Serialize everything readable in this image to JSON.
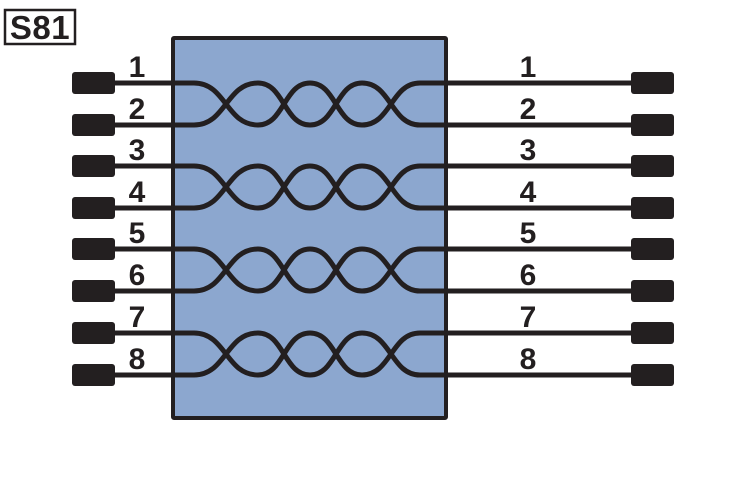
{
  "label": {
    "text": "S81"
  },
  "colors": {
    "background": "#ffffff",
    "cable_fill": "#8ca7cf",
    "line": "#231f20",
    "connector_fill": "#231f20",
    "text": "#231f20"
  },
  "pins": {
    "left": [
      "1",
      "2",
      "3",
      "4",
      "5",
      "6",
      "7",
      "8"
    ],
    "right": [
      "1",
      "2",
      "3",
      "4",
      "5",
      "6",
      "7",
      "8"
    ]
  },
  "diagram": {
    "type": "twisted-pair cable",
    "pairs": [
      [
        "1",
        "2"
      ],
      [
        "3",
        "4"
      ],
      [
        "5",
        "6"
      ],
      [
        "7",
        "8"
      ]
    ],
    "twists_visible_per_pair": 3
  }
}
